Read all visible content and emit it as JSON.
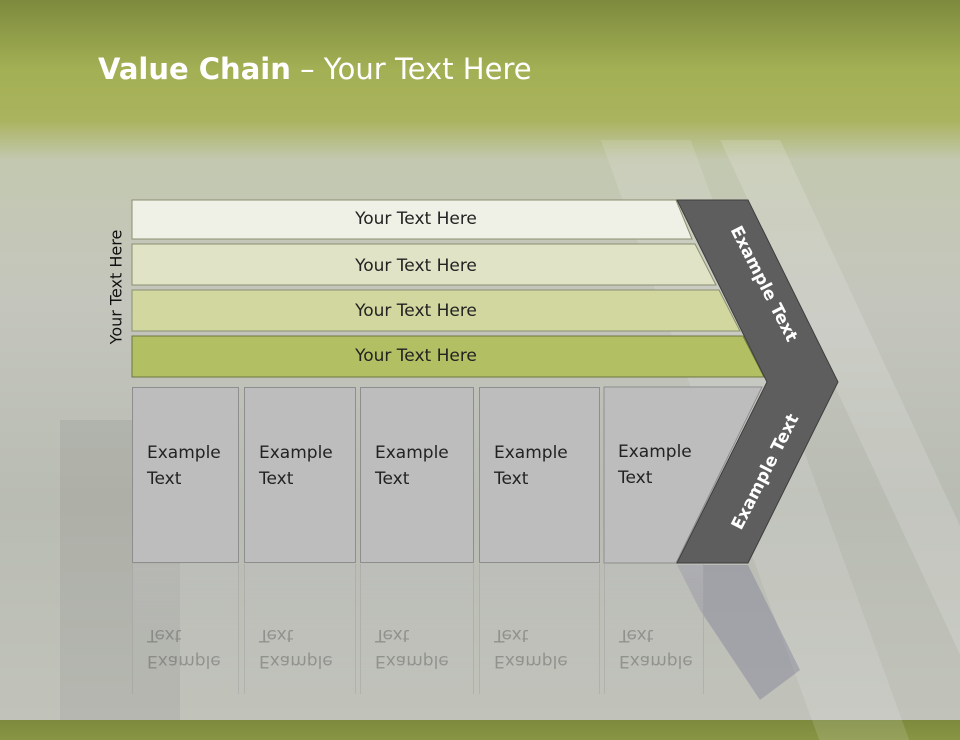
{
  "title": {
    "bold": "Value Chain",
    "rest": " – Your Text Here"
  },
  "side_label": "Your Text Here",
  "rows": [
    {
      "label": "Your Text Here",
      "color": "#f0f1e6"
    },
    {
      "label": "Your Text Here",
      "color": "#e0e3c5"
    },
    {
      "label": "Your Text Here",
      "color": "#d1d79f"
    },
    {
      "label": "Your Text Here",
      "color": "#b3bf63"
    }
  ],
  "columns": [
    {
      "line1": "Example",
      "line2": "Text"
    },
    {
      "line1": "Example",
      "line2": "Text"
    },
    {
      "line1": "Example",
      "line2": "Text"
    },
    {
      "line1": "Example",
      "line2": "Text"
    },
    {
      "line1": "Example",
      "line2": "Text"
    }
  ],
  "chevron": {
    "upper_text": "Example Text",
    "lower_text": "Example Text",
    "color": "#5e5e5e"
  }
}
